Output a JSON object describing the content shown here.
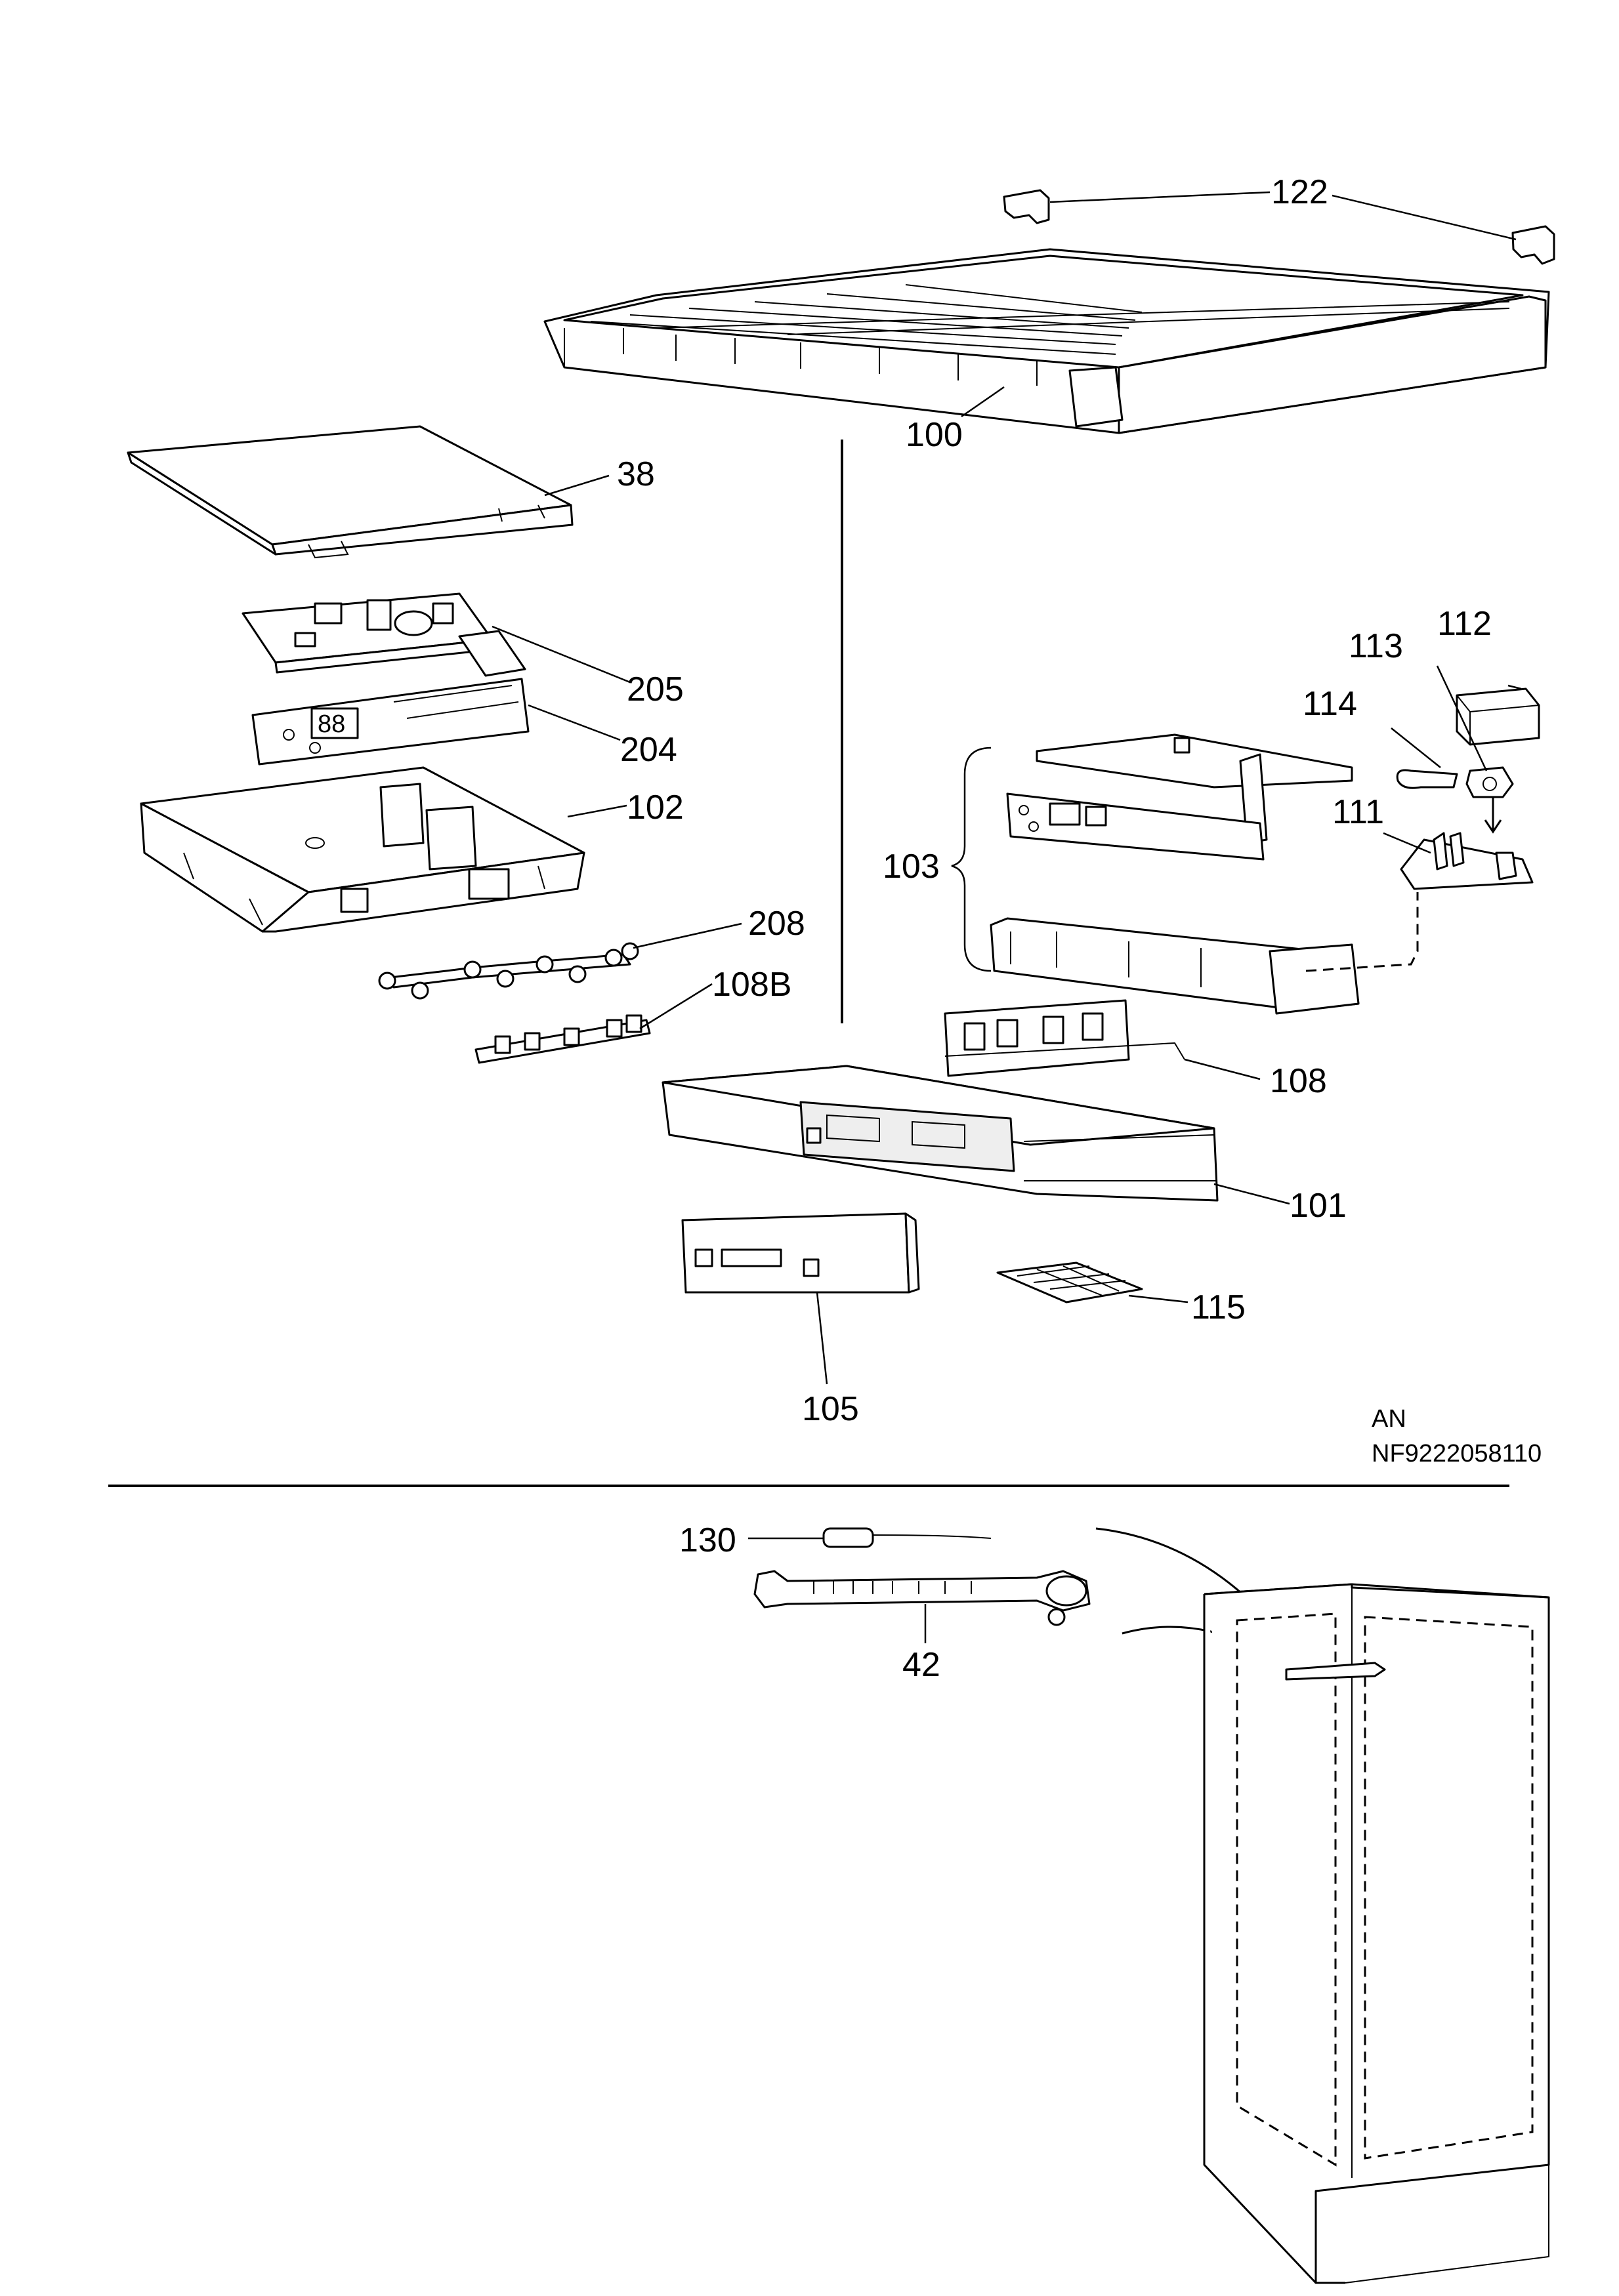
{
  "part_labels": [
    {
      "id": "122",
      "text": "122"
    },
    {
      "id": "100",
      "text": "100"
    },
    {
      "id": "38",
      "text": "38"
    },
    {
      "id": "205",
      "text": "205"
    },
    {
      "id": "204",
      "text": "204"
    },
    {
      "id": "102",
      "text": "102"
    },
    {
      "id": "208",
      "text": "208"
    },
    {
      "id": "108b",
      "text": "108B"
    },
    {
      "id": "113",
      "text": "113"
    },
    {
      "id": "112",
      "text": "112"
    },
    {
      "id": "114",
      "text": "114"
    },
    {
      "id": "111",
      "text": "111"
    },
    {
      "id": "103",
      "text": "103"
    },
    {
      "id": "108",
      "text": "108"
    },
    {
      "id": "101",
      "text": "101"
    },
    {
      "id": "115",
      "text": "115"
    },
    {
      "id": "105",
      "text": "105"
    },
    {
      "id": "130",
      "text": "130"
    },
    {
      "id": "42",
      "text": "42"
    }
  ],
  "reference": {
    "line1": "AN",
    "line2": "NF9222058110"
  }
}
